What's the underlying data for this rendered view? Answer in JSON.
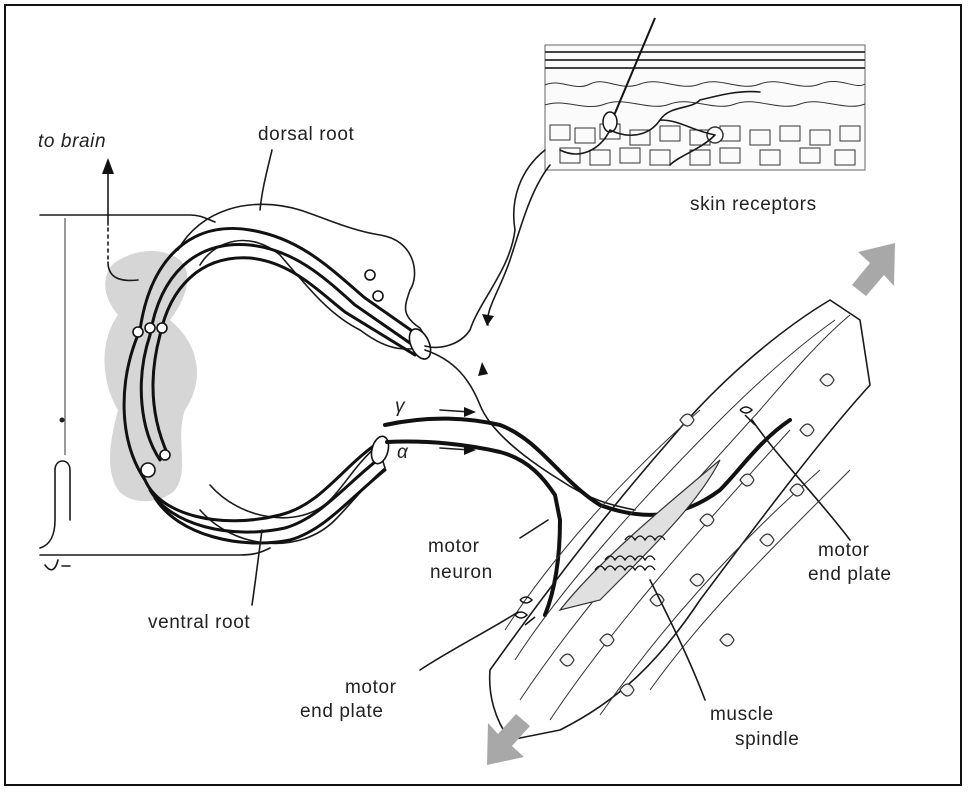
{
  "labels": {
    "to_brain": "to brain",
    "dorsal_root": "dorsal root",
    "skin_receptors": "skin receptors",
    "gamma": "γ",
    "alpha": "α",
    "motor_neuron_1": "motor",
    "motor_neuron_2": "neuron",
    "ventral_root": "ventral root",
    "end_plate_left_1": "motor",
    "end_plate_left_2": "end plate",
    "end_plate_right_1": "motor",
    "end_plate_right_2": "end plate",
    "muscle_spindle_1": "muscle",
    "muscle_spindle_2": "spindle"
  },
  "colors": {
    "ink": "#1a1a1a",
    "grey_matter": "#d6d6d6",
    "stretch_arrow": "#a8a8a8"
  }
}
